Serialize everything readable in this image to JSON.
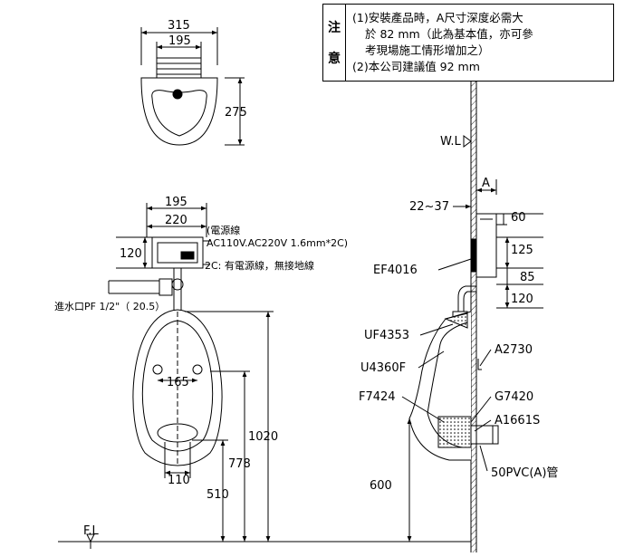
{
  "note": {
    "heading_chars": [
      "注",
      "意"
    ],
    "lines": [
      "(1)安裝產品時，A尺寸深度必需大",
      "於 82 mm（此為基本值，亦可參",
      "考現場施工情形增加之）",
      "(2)本公司建議值 92 mm"
    ]
  },
  "top_view": {
    "width": "315",
    "inner_width": "195",
    "height": "275"
  },
  "front_view": {
    "width_a": "195",
    "width_b": "220",
    "box_height": "120",
    "hole_spacing": "165",
    "outlet_width": "110",
    "h_outlet": "510",
    "h_mid": "778",
    "h_inlet": "1020",
    "power_label": "(電源線",
    "power_spec": "AC110V.AC220V    1.6mm*2C)",
    "power_note": "2C: 有電源線，無接地線",
    "inlet_label": "進水口PF 1/2\"（ 20.5）",
    "floor_label": "F.L"
  },
  "side_view": {
    "water_line": "W.L",
    "a_label": "A",
    "dim_range": "22~37",
    "dim_60": "60",
    "dim_125": "125",
    "dim_85": "85",
    "dim_120": "120",
    "dim_600": "600",
    "parts": {
      "ef": "EF4016",
      "uf": "UF4353",
      "u4": "U4360F",
      "f7": "F7424",
      "a27": "A2730",
      "g74": "G7420",
      "a16": "A1661S",
      "pvc": "50PVC(A)管"
    }
  }
}
